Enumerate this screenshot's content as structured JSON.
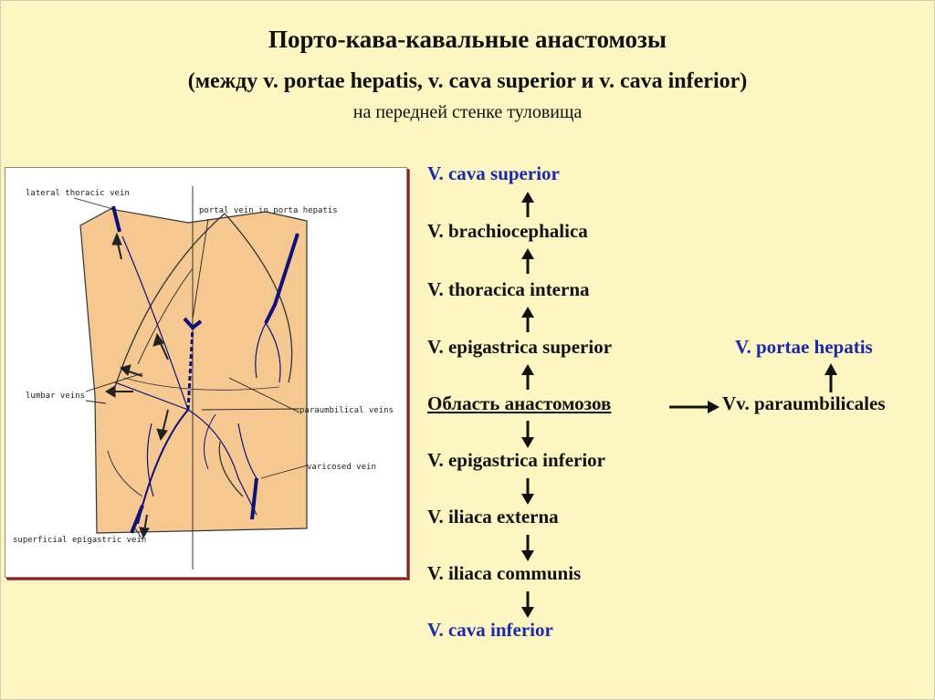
{
  "title": {
    "line1": "Порто-кава-кавальные анастомозы",
    "line2": "(между v. portae hepatis, v. cava superior и v. cava inferior)",
    "line3": "на передней стенке туловища"
  },
  "figure_labels": {
    "lateral_thoracic": "lateral thoracic vein",
    "portal_vein": "portal vein in porta hepatis",
    "lumbar": "lumbar veins",
    "paraumbilical": "paraumbilical veins",
    "varicosed": "varicosed vein",
    "superficial_epigastric": "superficial epigastric vein"
  },
  "flow": {
    "cava_superior": "V. cava superior",
    "brachiocephalica": "V. brachiocephalica",
    "thoracica_interna": "V. thoracica interna",
    "epigastrica_superior": "V. epigastrica superior",
    "area": "Область анастомозов",
    "epigastrica_inferior": "V. epigastrica inferior",
    "iliaca_externa": "V. iliaca externa",
    "iliaca_communis": "V. iliaca communis",
    "cava_inferior": "V. cava inferior",
    "paraumbilicales": "Vv. paraumbilicales",
    "portae_hepatis": "V. portae hepatis"
  },
  "colors": {
    "accent_blue": "#1a2aa8",
    "vein": "#10107a",
    "skin": "#f4c890",
    "background": "#fdf6c3"
  }
}
